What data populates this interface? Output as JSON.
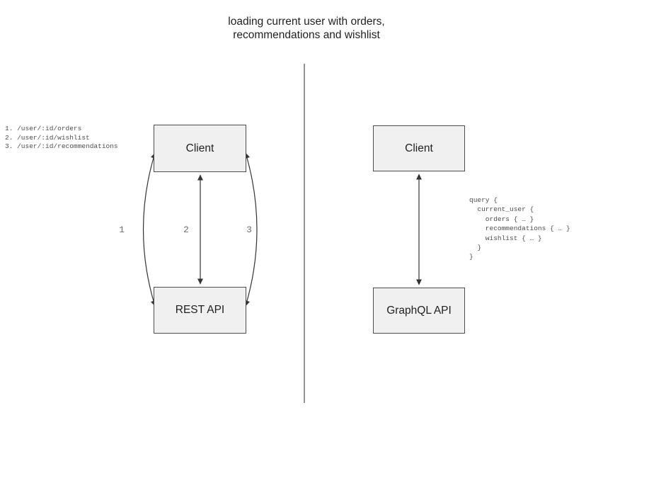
{
  "title": "loading current user with orders,\nrecommendations and wishlist",
  "left_panel": {
    "client_label": "Client",
    "api_label": "REST API",
    "endpoints": "1. /user/:id/orders\n2. /user/:id/wishlist\n3. /user/:id/recommendations",
    "arrow_labels": [
      "1",
      "2",
      "3"
    ]
  },
  "right_panel": {
    "client_label": "Client",
    "api_label": "GraphQL API",
    "query": "query {\n  current_user {\n    orders { … }\n    recommendations { … }\n    wishlist { … }\n  }\n}"
  },
  "colors": {
    "box_fill": "#f0f0f0",
    "box_border": "#4d4d4d",
    "arrow": "#333333",
    "divider": "#666666",
    "annotation_text": "#4e4e4e",
    "arrow_label_text": "#6e6e6e",
    "title_text": "#1f1f1f"
  }
}
